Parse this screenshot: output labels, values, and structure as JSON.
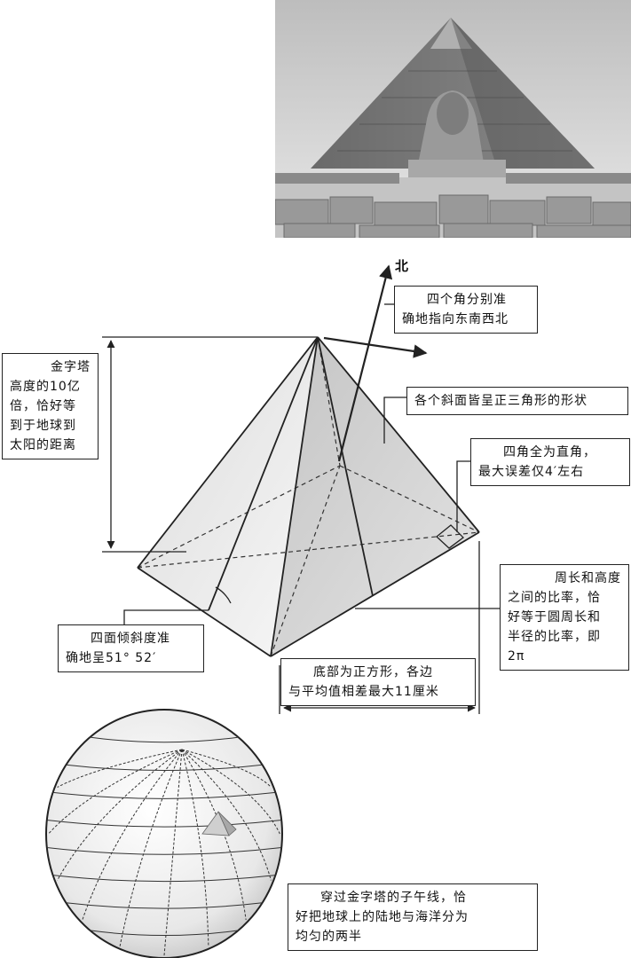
{
  "compass": {
    "north_label": "北"
  },
  "callouts": {
    "orientation": [
      "四个角分别准",
      "确地指向东南西北"
    ],
    "height": [
      "金字塔",
      "高度的10亿",
      "倍，恰好等",
      "到于地球到",
      "太阳的距离"
    ],
    "faces": [
      "各个斜面皆呈正三角形的形状"
    ],
    "right_angles": [
      "四角全为直角，",
      "最大误差仅4′左右"
    ],
    "ratio": [
      "周长和高度",
      "之间的比率，恰",
      "好等于圆周长和",
      "半径的比率，即",
      "2π"
    ],
    "slope": [
      "四面倾斜度准",
      "确地呈51° 52′"
    ],
    "base": [
      "底部为正方形，各边",
      "与平均值相差最大11厘米"
    ],
    "meridian": [
      "穿过金字塔的子午线，恰",
      "好把地球上的陆地与海洋分为",
      "均匀的两半"
    ]
  }
}
